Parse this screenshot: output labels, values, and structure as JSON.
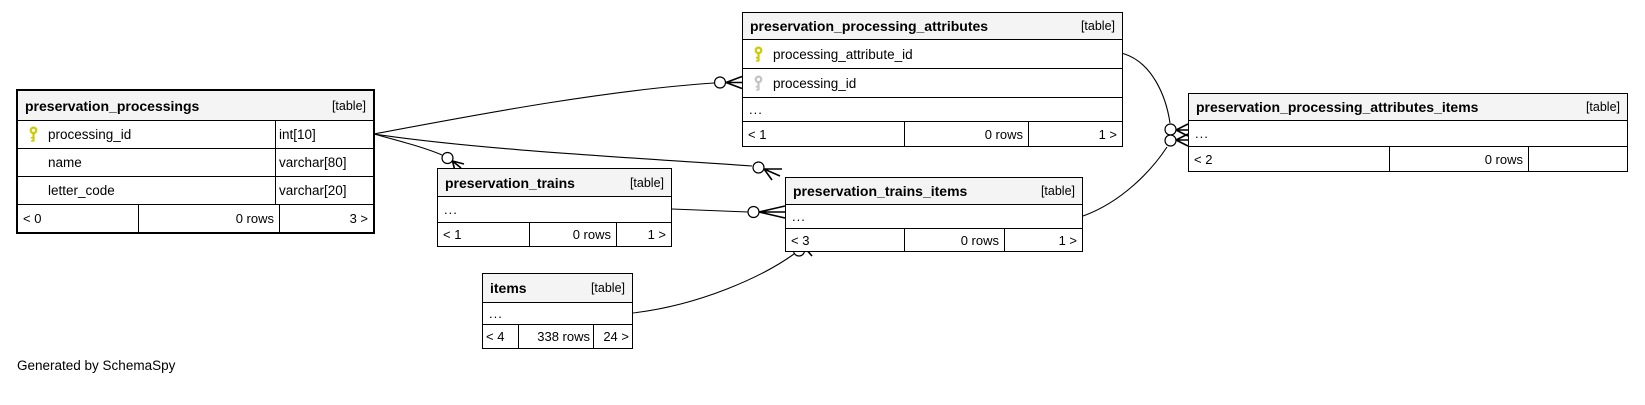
{
  "diagram": {
    "generator_note": "Generated by SchemaSpy",
    "ellipsis": "...",
    "colors": {
      "primary_key_icon": "#cbcb00",
      "foreign_key_icon": "#c3c3c3",
      "header_bg": "#f4f4f4",
      "line": "#000000"
    }
  },
  "tables": [
    {
      "name": "preservation_processings",
      "badge": "[table]",
      "emphasized": true,
      "columns": [
        {
          "icon": "primary-key",
          "name": "processing_id",
          "type": "int[10]"
        },
        {
          "icon": null,
          "name": "name",
          "type": "varchar[80]"
        },
        {
          "icon": null,
          "name": "letter_code",
          "type": "varchar[20]"
        }
      ],
      "footer": {
        "prev": "< 0",
        "rows": "0 rows",
        "next": "3 >"
      }
    },
    {
      "name": "preservation_trains",
      "badge": "[table]",
      "emphasized": false,
      "columns": [],
      "footer": {
        "prev": "< 1",
        "rows": "0 rows",
        "next": "1 >"
      }
    },
    {
      "name": "preservation_processing_attributes",
      "badge": "[table]",
      "emphasized": false,
      "columns": [
        {
          "icon": "primary-key",
          "name": "processing_attribute_id",
          "type": null
        },
        {
          "icon": "foreign-key",
          "name": "processing_id",
          "type": null
        }
      ],
      "footer": {
        "prev": "< 1",
        "rows": "0 rows",
        "next": "1 >"
      }
    },
    {
      "name": "preservation_trains_items",
      "badge": "[table]",
      "emphasized": false,
      "columns": [],
      "footer": {
        "prev": "< 3",
        "rows": "0 rows",
        "next": "1 >"
      }
    },
    {
      "name": "preservation_processing_attributes_items",
      "badge": "[table]",
      "emphasized": false,
      "columns": [],
      "footer": {
        "prev": "< 2",
        "rows": "0 rows",
        "next": ""
      }
    },
    {
      "name": "items",
      "badge": "[table]",
      "emphasized": false,
      "columns": [],
      "footer": {
        "prev": "< 4",
        "rows": "338 rows",
        "next": "24 >"
      }
    }
  ],
  "relationships": [
    {
      "from": "preservation_processings.processing_id",
      "to": "preservation_processing_attributes.processing_id"
    },
    {
      "from": "preservation_processings.processing_id",
      "to": "preservation_trains"
    },
    {
      "from": "preservation_processings.processing_id",
      "to": "preservation_trains_items"
    },
    {
      "from": "preservation_trains",
      "to": "preservation_trains_items"
    },
    {
      "from": "preservation_processing_attributes.processing_attribute_id",
      "to": "preservation_processing_attributes_items"
    },
    {
      "from": "preservation_trains_items",
      "to": "preservation_processing_attributes_items"
    },
    {
      "from": "items",
      "to": "preservation_trains_items"
    }
  ]
}
